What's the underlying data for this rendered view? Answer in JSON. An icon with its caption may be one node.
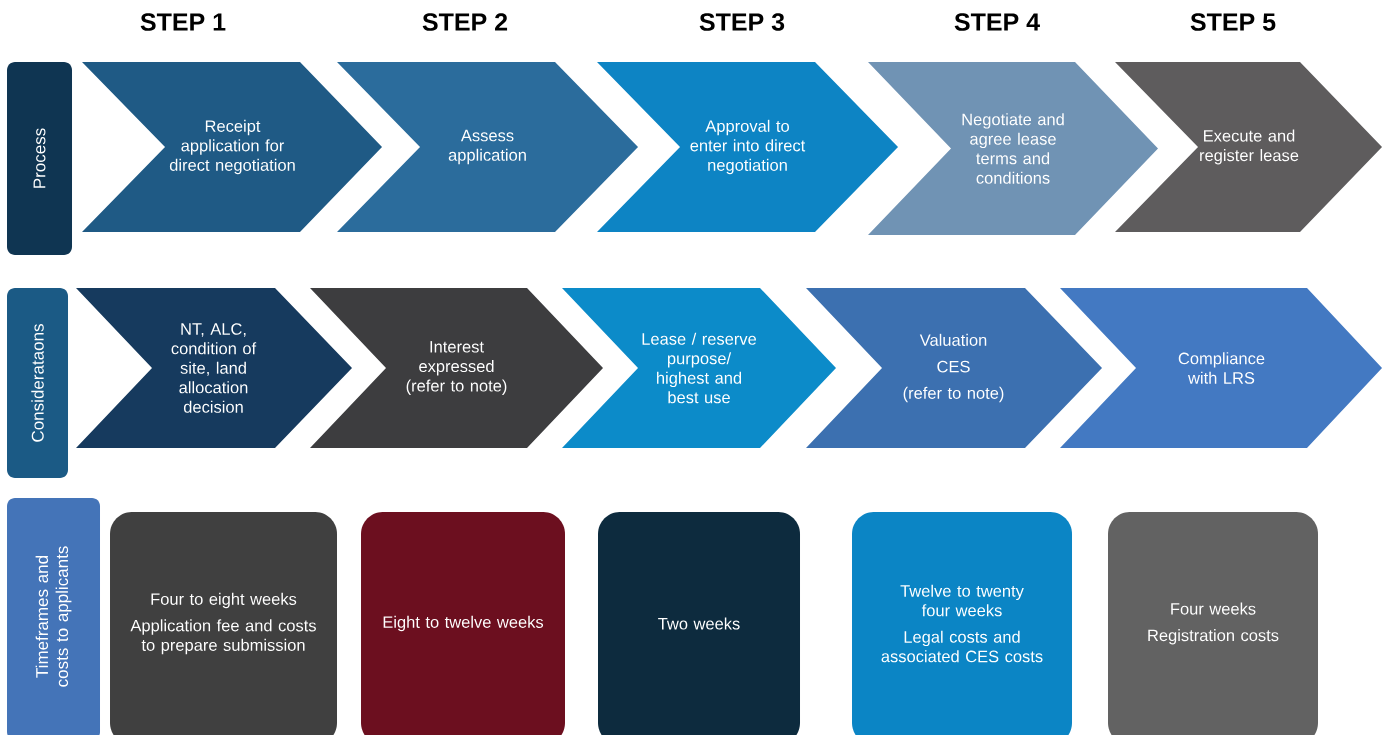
{
  "diagram": {
    "nodes": [
      {
        "text": [
          "Process"
        ]
      },
      {
        "text": [
          "Receipt application for direct negotiation"
        ]
      },
      {
        "text": [
          "Assess application"
        ]
      },
      {
        "text": [
          "Approval to enter into direct negotiation"
        ]
      },
      {
        "text": [
          "Negotiate and agree lease terms and conditions"
        ]
      },
      {
        "text": [
          "Execute and register lease"
        ]
      },
      {
        "text": [
          "Considerataons"
        ]
      },
      {
        "text": [
          "NT, ALC, condition of site, land allocation decision"
        ]
      },
      {
        "text": [
          "Interest expressed (refer to note)"
        ]
      },
      {
        "text": [
          "Lease / reserve purpose/ highest and best use"
        ]
      },
      {
        "text": [
          "Valuation",
          "CES",
          "(refer to note)"
        ]
      },
      {
        "text": [
          "Compliance with LRS"
        ]
      },
      {
        "text": [
          "Timeframes and costs to applicants"
        ]
      },
      {
        "text": [
          "Four to eight weeks",
          "Application fee and costs to prepare submission"
        ]
      },
      {
        "text": [
          "Eight to twelve weeks"
        ]
      },
      {
        "text": [
          "Two weeks"
        ]
      },
      {
        "text": [
          "Twelve to twenty four weeks",
          "Legal costs and associated CES costs"
        ]
      },
      {
        "text": [
          "Four weeks",
          "Registration costs"
        ]
      }
    ],
    "labels": [
      "STEP 1",
      "STEP 2",
      "STEP 3",
      "STEP 4",
      "STEP 5"
    ]
  }
}
